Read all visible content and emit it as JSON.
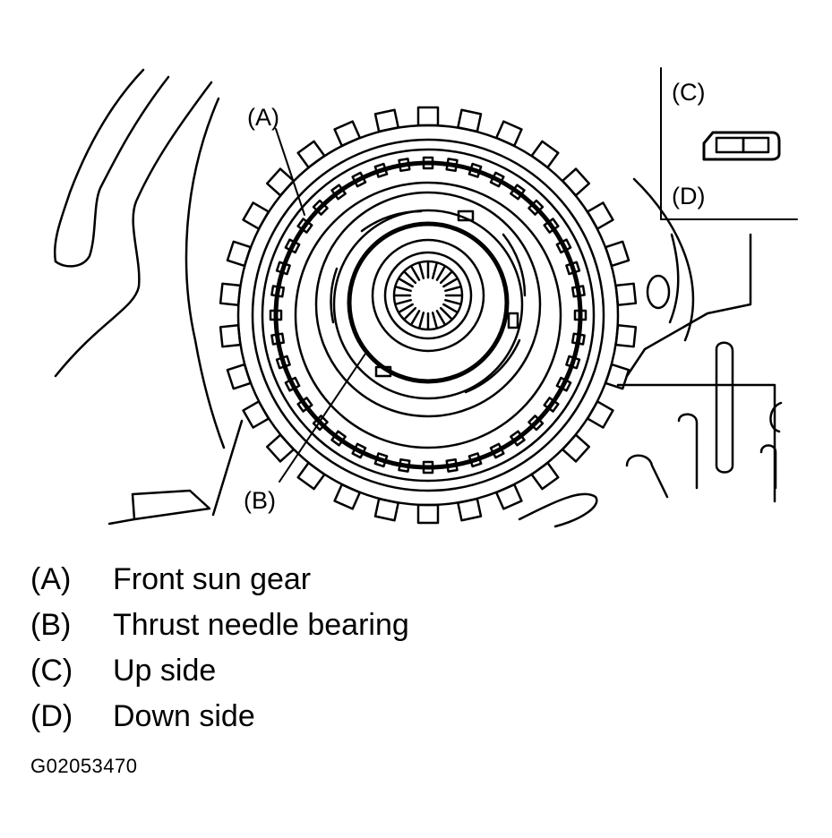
{
  "diagram": {
    "callouts": {
      "a": "(A)",
      "b": "(B)",
      "c": "(C)",
      "d": "(D)"
    }
  },
  "legend": [
    {
      "key": "(A)",
      "text": "Front sun gear"
    },
    {
      "key": "(B)",
      "text": "Thrust needle bearing"
    },
    {
      "key": "(C)",
      "text": "Up side"
    },
    {
      "key": "(D)",
      "text": "Down side"
    }
  ],
  "figure_code": "G02053470"
}
